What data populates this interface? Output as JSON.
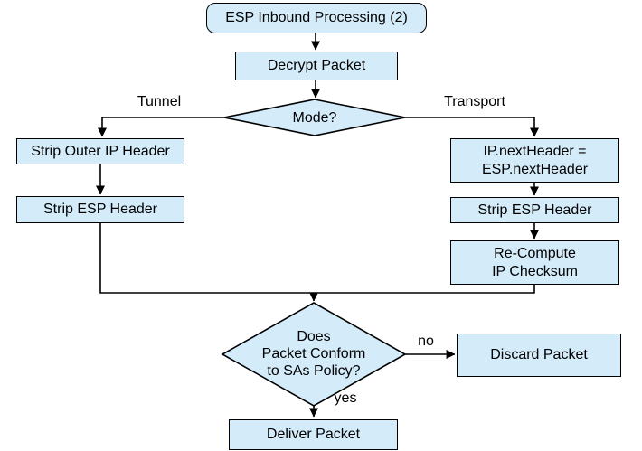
{
  "diagram": {
    "nodes": {
      "start": "ESP Inbound Processing (2)",
      "decrypt": "Decrypt Packet",
      "mode": "Mode?",
      "strip_outer_ip": "Strip Outer IP Header",
      "strip_esp_left": "Strip ESP Header",
      "ip_next_header": {
        "line1": "IP.nextHeader =",
        "line2": "ESP.nextHeader"
      },
      "strip_esp_right": "Strip ESP Header",
      "recompute": {
        "line1": "Re-Compute",
        "line2": "IP Checksum"
      },
      "policy": {
        "line1": "Does",
        "line2": "Packet Conform",
        "line3": "to SAs Policy?"
      },
      "discard": "Discard Packet",
      "deliver": "Deliver Packet"
    },
    "edge_labels": {
      "tunnel": "Tunnel",
      "transport": "Transport",
      "no": "no",
      "yes": "yes"
    },
    "colors": {
      "node_fill": "#d4ecfa",
      "node_border": "#000000",
      "connector": "#000000",
      "text": "#000000",
      "background": "#ffffff"
    }
  }
}
